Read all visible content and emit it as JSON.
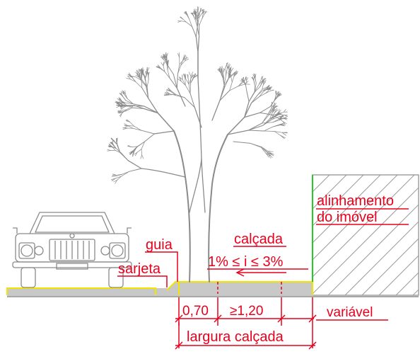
{
  "labels": {
    "alinhamento_line1": "alinhamento",
    "alinhamento_line2": "do imóvel",
    "calcada": "calçada",
    "slope": "1% ≤  i ≤  3%",
    "guia": "guia",
    "sarjeta": "sarjeta",
    "dim_strip": "0,70",
    "dim_free": "≥1,20",
    "variavel": "variável",
    "largura": "largura calçada"
  },
  "colors": {
    "annotation": "#e8001c",
    "curb_outline": "#f2e500",
    "property_line": "#22cc22",
    "drawing": "#8a8a8a",
    "pavement": "#c8c8c8"
  },
  "icons": {
    "tree": "tree-illustration",
    "car": "car-front-illustration",
    "arrow": "slope-direction-arrow"
  }
}
